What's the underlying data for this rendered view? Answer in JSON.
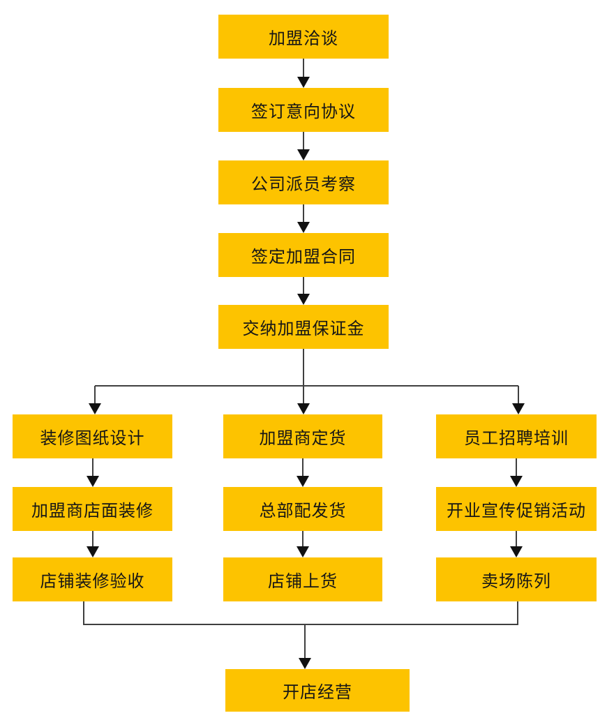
{
  "colors": {
    "node_fill": "#FDC300",
    "node_text": "#161616",
    "connector": "#3F3F3F",
    "arrowhead": "#111111",
    "background": "#FFFFFF"
  },
  "flow": {
    "top": [
      "加盟洽谈",
      "签订意向协议",
      "公司派员考察",
      "签定加盟合同",
      "交纳加盟保证金"
    ],
    "columns": [
      {
        "id": "left",
        "steps": [
          "装修图纸设计",
          "加盟商店面装修",
          "店铺装修验收"
        ]
      },
      {
        "id": "middle",
        "steps": [
          "加盟商定货",
          "总部配发货",
          "店铺上货"
        ]
      },
      {
        "id": "right",
        "steps": [
          "员工招聘培训",
          "开业宣传促销活动",
          "卖场陈列"
        ]
      }
    ],
    "final": "开店经营"
  },
  "edges": [
    {
      "from": "加盟洽谈",
      "to": "签订意向协议"
    },
    {
      "from": "签订意向协议",
      "to": "公司派员考察"
    },
    {
      "from": "公司派员考察",
      "to": "签定加盟合同"
    },
    {
      "from": "签定加盟合同",
      "to": "交纳加盟保证金"
    },
    {
      "from": "交纳加盟保证金",
      "to": "装修图纸设计"
    },
    {
      "from": "交纳加盟保证金",
      "to": "加盟商定货"
    },
    {
      "from": "交纳加盟保证金",
      "to": "员工招聘培训"
    },
    {
      "from": "装修图纸设计",
      "to": "加盟商店面装修"
    },
    {
      "from": "加盟商店面装修",
      "to": "店铺装修验收"
    },
    {
      "from": "加盟商定货",
      "to": "总部配发货"
    },
    {
      "from": "总部配发货",
      "to": "店铺上货"
    },
    {
      "from": "员工招聘培训",
      "to": "开业宣传促销活动"
    },
    {
      "from": "开业宣传促销活动",
      "to": "卖场陈列"
    },
    {
      "from": "店铺装修验收",
      "to": "开店经营"
    },
    {
      "from": "店铺上货",
      "to": "开店经营"
    },
    {
      "from": "卖场陈列",
      "to": "开店经营"
    }
  ]
}
